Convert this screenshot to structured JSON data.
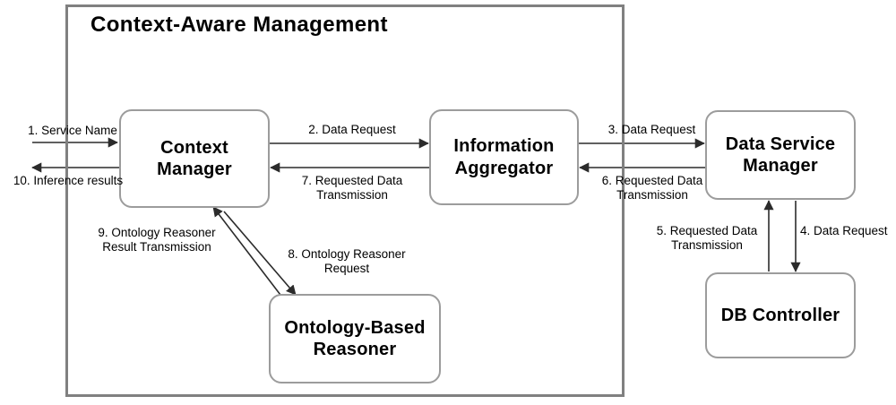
{
  "diagram": {
    "title": "Context-Aware Management",
    "boundary_name": "context-aware-management-boundary",
    "nodes": [
      {
        "id": "context-manager",
        "label": "Context\nManager"
      },
      {
        "id": "information-aggregator",
        "label": "Information\nAggregator"
      },
      {
        "id": "data-service-manager",
        "label": "Data Service\nManager"
      },
      {
        "id": "db-controller",
        "label": "DB Controller"
      },
      {
        "id": "ontology-based-reasoner",
        "label": "Ontology-Based\nReasoner"
      }
    ],
    "edges": [
      {
        "id": "edge-1",
        "label": "1. Service Name"
      },
      {
        "id": "edge-2",
        "label": "2. Data Request"
      },
      {
        "id": "edge-3",
        "label": "3. Data Request"
      },
      {
        "id": "edge-4",
        "label": "4. Data Request"
      },
      {
        "id": "edge-5",
        "label": "5. Requested  Data\nTransmission"
      },
      {
        "id": "edge-6",
        "label": "6. Requested  Data\nTransmission"
      },
      {
        "id": "edge-7",
        "label": "7. Requested  Data\nTransmission"
      },
      {
        "id": "edge-8",
        "label": "8. Ontology Reasoner\nRequest"
      },
      {
        "id": "edge-9",
        "label": "9. Ontology Reasoner\nResult Transmission"
      },
      {
        "id": "edge-10",
        "label": "10. Inference results"
      }
    ],
    "colors": {
      "node_border": "#9c9c9c",
      "boundary_border": "#808080",
      "arrow": "#2b2b2b",
      "text": "#000000",
      "background": "#ffffff"
    }
  }
}
